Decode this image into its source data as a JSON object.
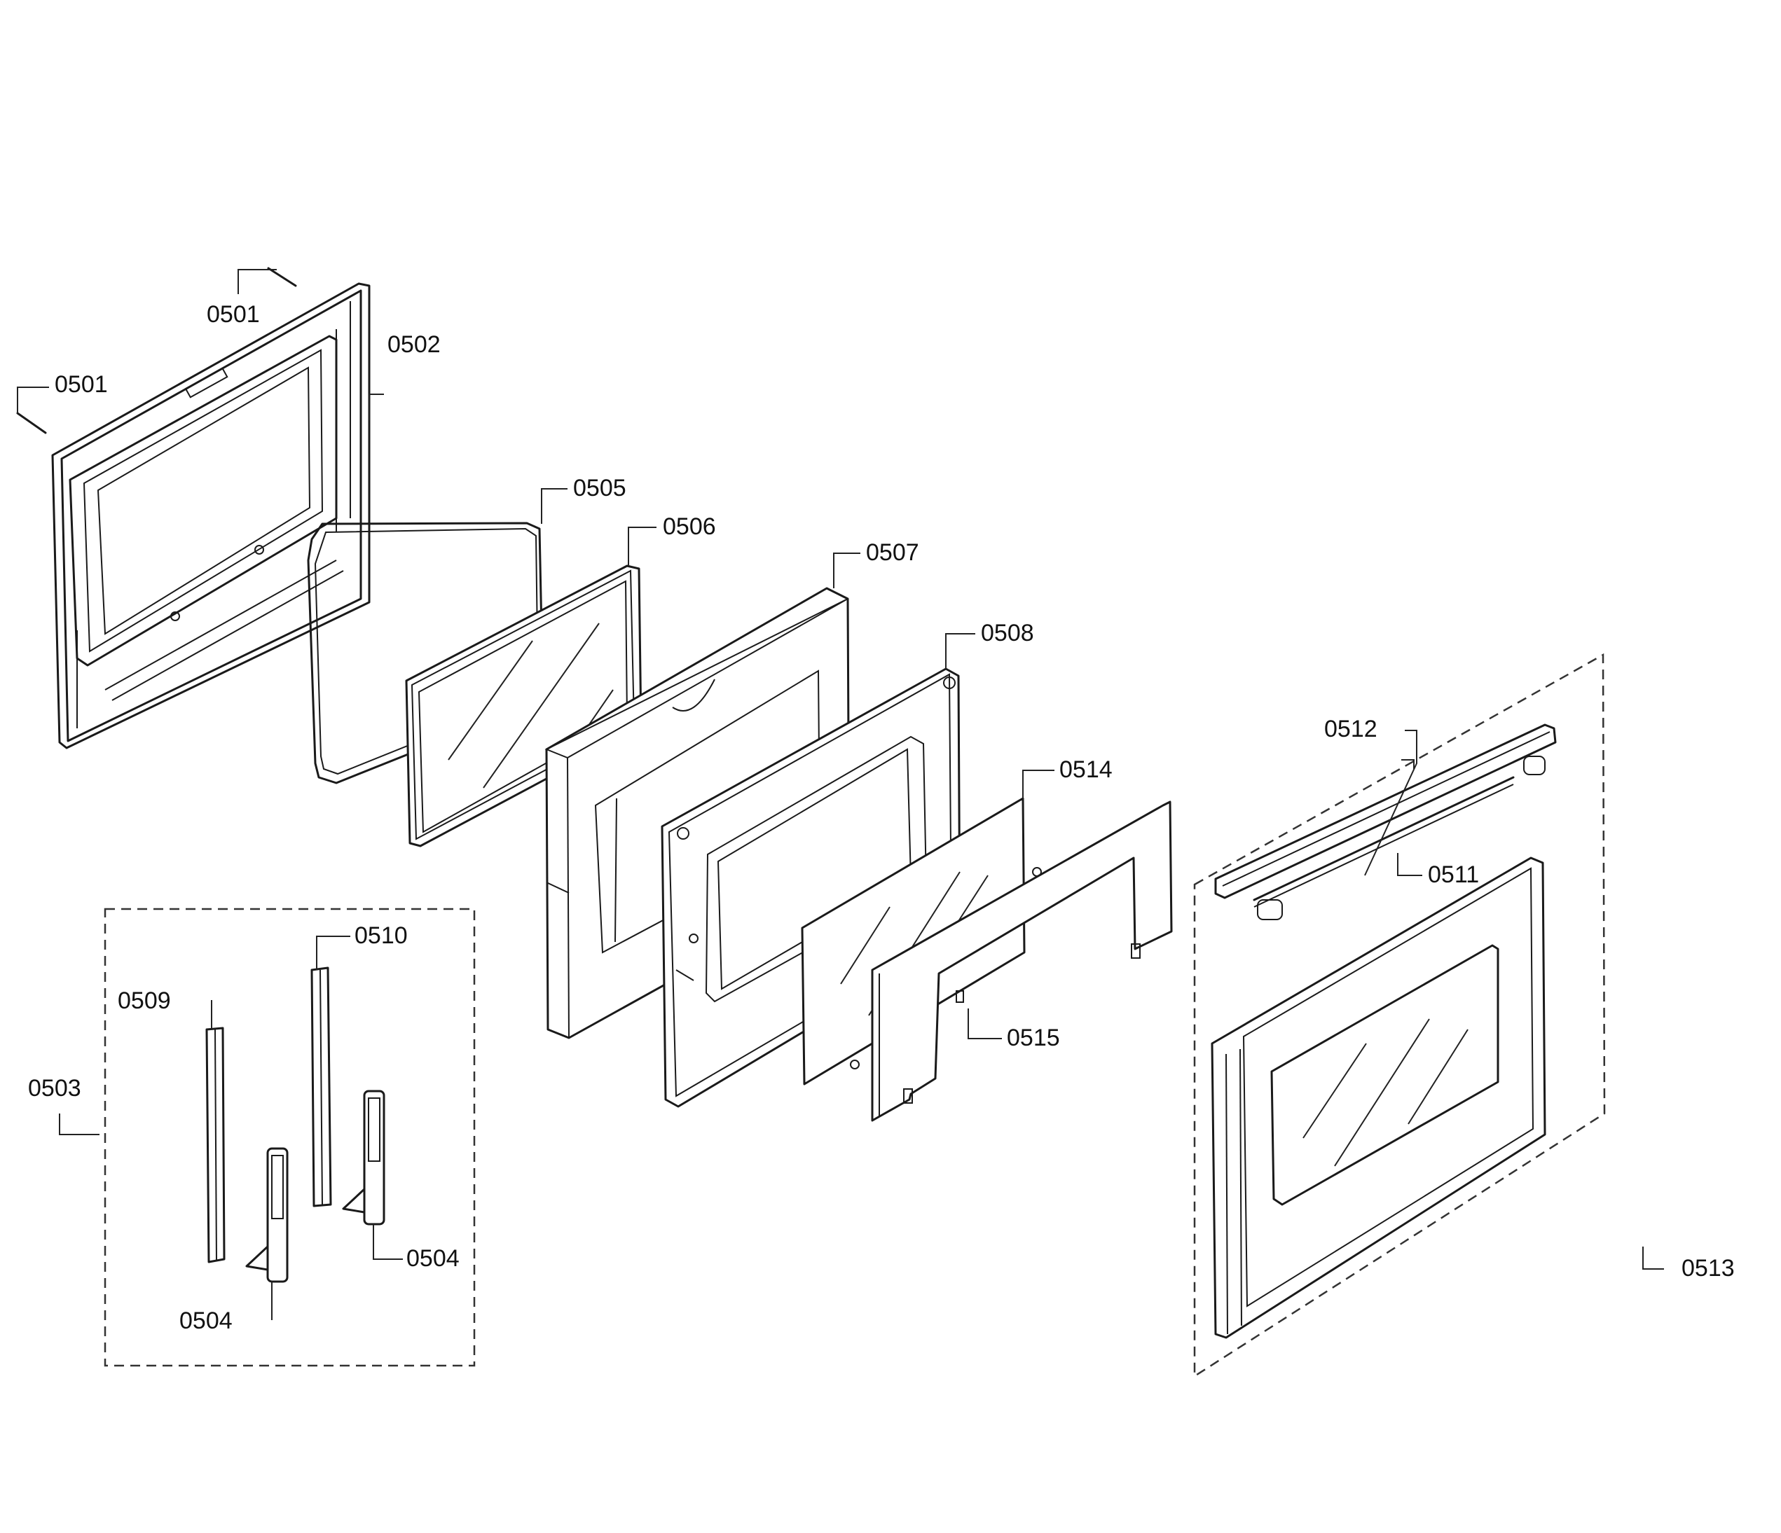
{
  "labels": {
    "p0501a": "0501",
    "p0501b": "0501",
    "p0502": "0502",
    "p0503": "0503",
    "p0504a": "0504",
    "p0504b": "0504",
    "p0505": "0505",
    "p0506": "0506",
    "p0507": "0507",
    "p0508": "0508",
    "p0509": "0509",
    "p0510": "0510",
    "p0511": "0511",
    "p0512": "0512",
    "p0513": "0513",
    "p0514": "0514",
    "p0515": "0515"
  }
}
